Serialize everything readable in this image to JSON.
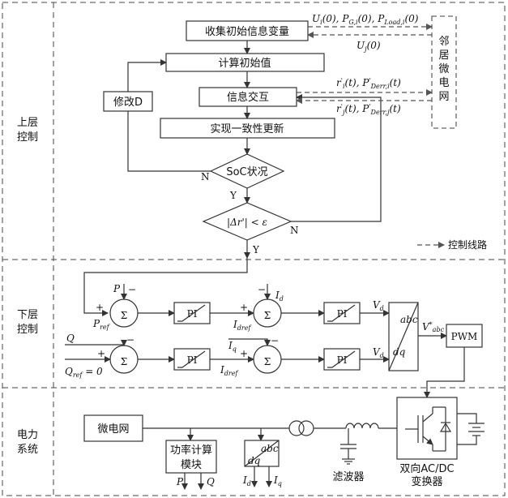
{
  "sections": {
    "upper": "上层\n控制",
    "lower": "下层\n控制",
    "power": "电力\n系统"
  },
  "upper": {
    "collect": "收集初始信息变量",
    "compute": "计算初始值",
    "exchange": "信息交互",
    "consensus": "实现一致性更新",
    "modify": "修改D",
    "soc": "SoC状况",
    "delta_r": "|Δr'| < ε",
    "neighbor": "邻居微电网",
    "n1": "N",
    "n2": "N",
    "y1": "Y",
    "y2": "Y",
    "sig_top_right": "U_i(0), P_G,i(0), P_Load,i(0)",
    "sig_top_left": "U_j(0)",
    "sig_mid_right": "r'_i(t), P'_Derr,i(t)",
    "sig_mid_left": "r'_j(t), P'_Derr,j(t)",
    "legend": "控制线路"
  },
  "lower": {
    "pi": "PI",
    "sigma": "Σ",
    "pwm": "PWM",
    "abc": "abc",
    "dq": "dq",
    "P": "P",
    "Pref": "P_ref",
    "Q": "Q",
    "Qref": "Q_ref = 0",
    "Id": "I_d",
    "Idref": "I_dref",
    "Iq": "I_q",
    "Iqref": "I_dref",
    "Vd": "V_d",
    "Vq": "V_d",
    "Vabc": "V*_abc"
  },
  "power": {
    "microgrid": "微电网",
    "power_calc": "功率计算\n模块",
    "filter": "滤波器",
    "converter": "双向AC/DC\n变换器",
    "P": "P",
    "Q": "Q",
    "Id": "I_d",
    "Iq": "I_q",
    "abc": "abc",
    "dq": "dq"
  }
}
